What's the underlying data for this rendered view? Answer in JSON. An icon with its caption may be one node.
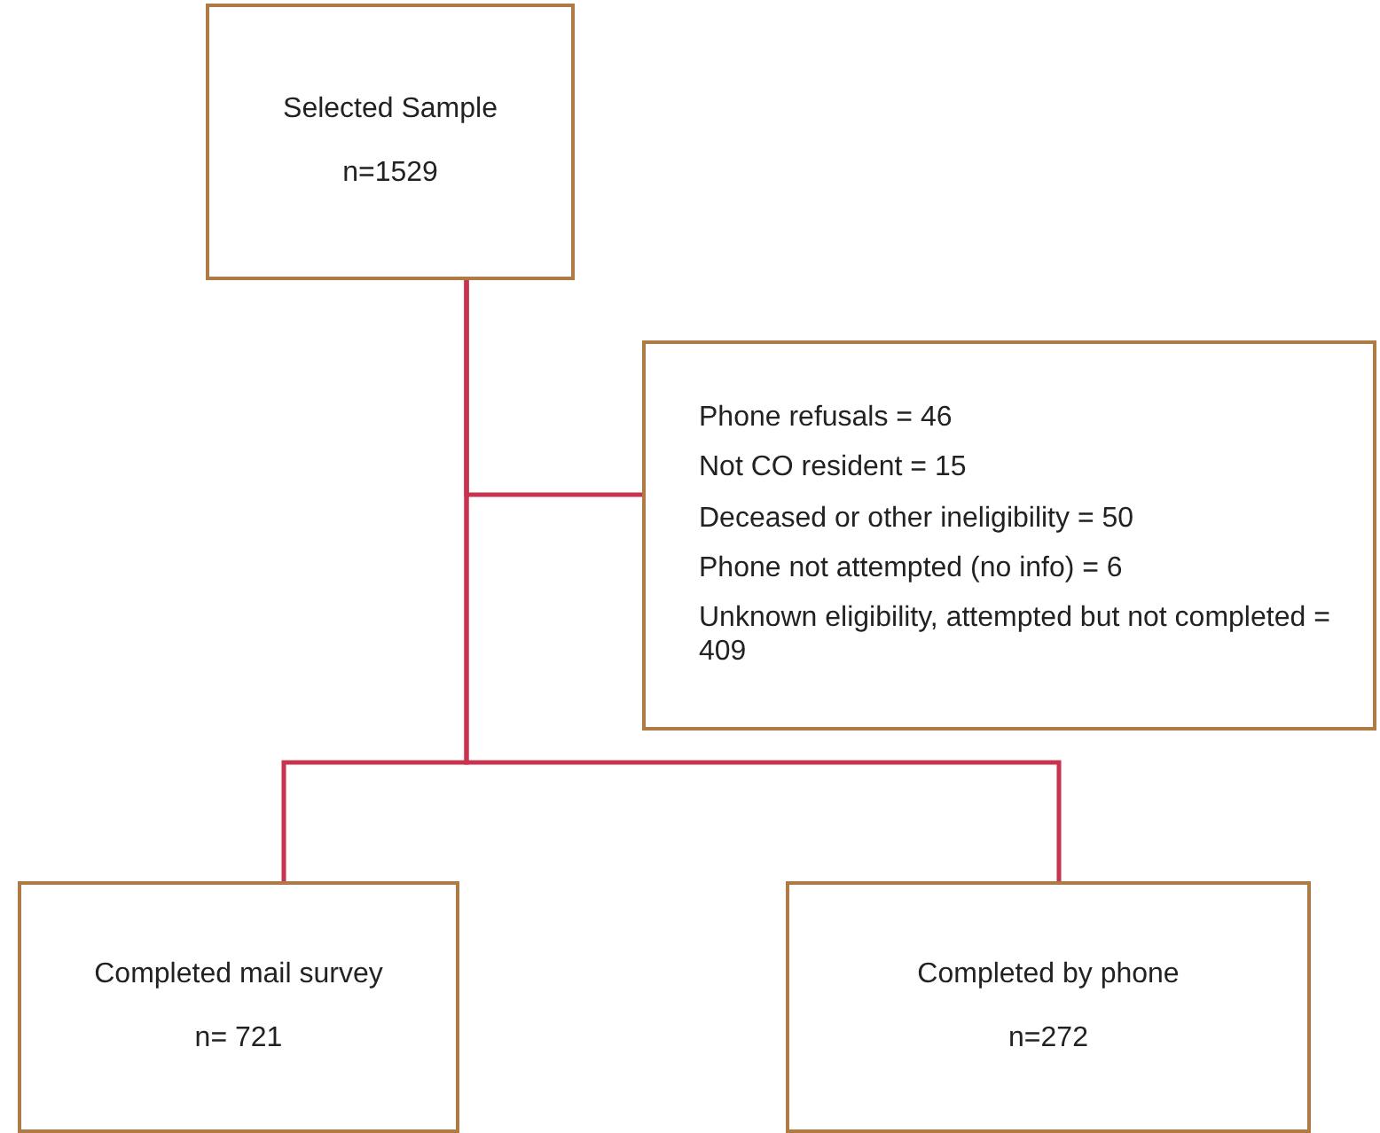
{
  "diagram": {
    "nodes": [
      {
        "text": [
          "Selected Sample",
          "n=1529"
        ]
      },
      {
        "text": [
          "Phone refusals = 46",
          "Not CO resident = 15",
          "Deceased or other ineligibility = 50",
          "Phone not attempted (no info) = 6",
          "Unknown eligibility, attempted but not completed = 409"
        ]
      },
      {
        "text": [
          "Completed mail survey",
          "n= 721"
        ]
      },
      {
        "text": [
          "Completed by phone",
          "n=272"
        ]
      }
    ],
    "edges": [
      {
        "from": 0,
        "to": 1,
        "arrow": "none"
      },
      {
        "from": 0,
        "to": 2,
        "arrow": "none"
      },
      {
        "from": 0,
        "to": 3,
        "arrow": "none"
      }
    ]
  }
}
